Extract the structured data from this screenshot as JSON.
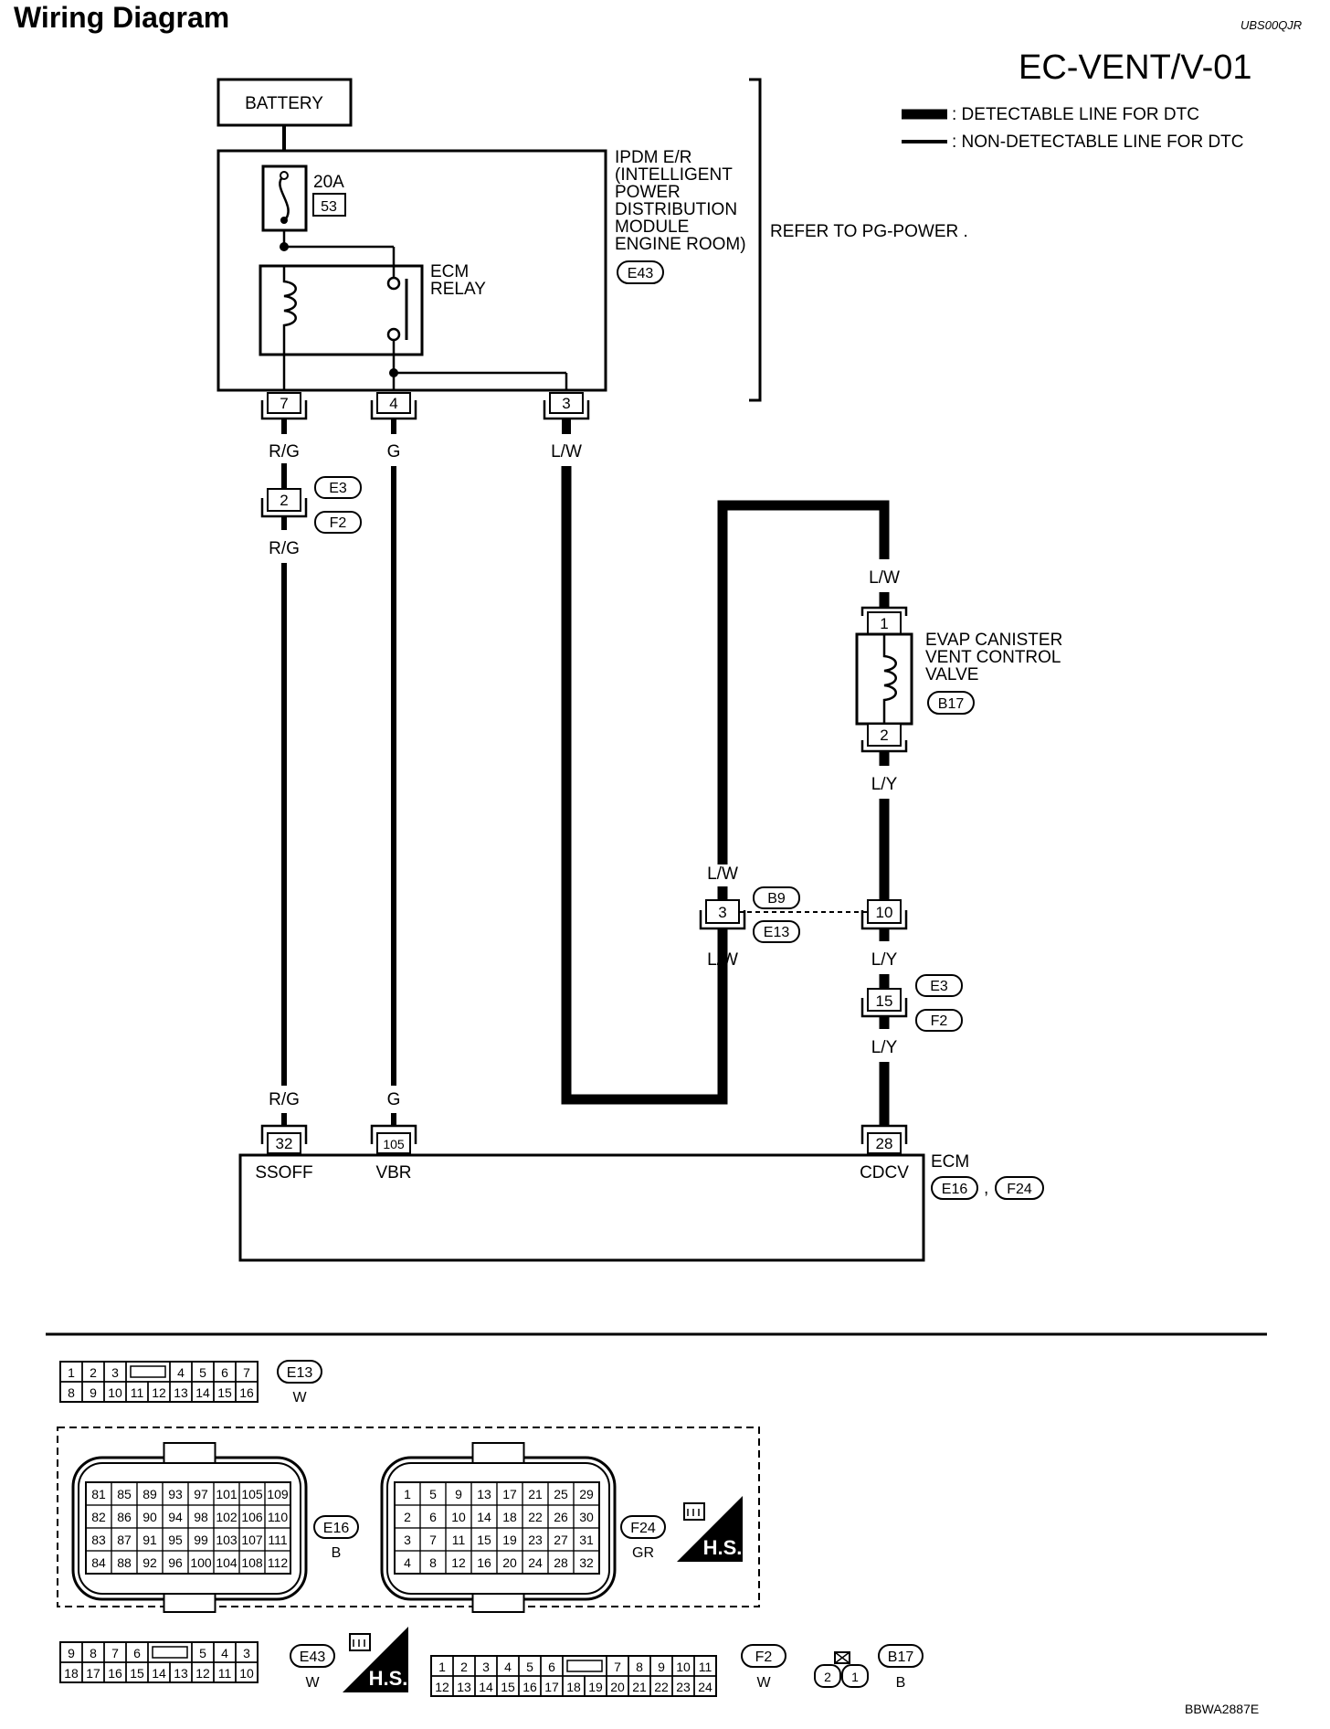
{
  "header": {
    "title": "Wiring Diagram",
    "ref_code": "UBS00QJR",
    "page_code": "EC-VENT/V-01",
    "footer_code": "BBWA2887E"
  },
  "legend": {
    "detectable": ": DETECTABLE LINE FOR DTC",
    "non_detectable": ": NON-DETECTABLE LINE FOR DTC"
  },
  "components": {
    "battery": "BATTERY",
    "fuse_rating": "20A",
    "fuse_number": "53",
    "ecm_relay": [
      "ECM",
      "RELAY"
    ],
    "ipdm": [
      "IPDM E/R",
      "(INTELLIGENT",
      "POWER",
      "DISTRIBUTION",
      "MODULE",
      "ENGINE ROOM)"
    ],
    "ipdm_connector": "E43",
    "refer_to": "REFER TO  PG-POWER .",
    "evap_valve": [
      "EVAP CANISTER",
      "VENT CONTROL",
      "VALVE"
    ],
    "evap_connector": "B17",
    "ecm": "ECM",
    "ecm_connector_1": "E16",
    "ecm_connector_2": "F24",
    "ecm_separator": ","
  },
  "pins": {
    "ipdm_7": "7",
    "ipdm_4": "4",
    "ipdm_3": "3",
    "e3_f2_left": "2",
    "valve_1": "1",
    "valve_2": "2",
    "b9_3": "3",
    "b9_10": "10",
    "e3_f2_right": "15",
    "ecm_32": "32",
    "ecm_105": "105",
    "ecm_28": "28"
  },
  "terminals": {
    "ssoff": "SSOFF",
    "vbr": "VBR",
    "cdcv": "CDCV"
  },
  "wire_colors": {
    "rg": "R/G",
    "g": "G",
    "lw": "L/W",
    "ly": "L/Y"
  },
  "junction_labels": {
    "e3": "E3",
    "f2": "F2",
    "b9": "B9",
    "e13": "E13"
  },
  "connector_faces": {
    "e13": {
      "id": "E13",
      "color": "W",
      "row1": [
        "1",
        "2",
        "3",
        "",
        "4",
        "5",
        "6",
        "7"
      ],
      "row2": [
        "8",
        "9",
        "10",
        "11",
        "12",
        "13",
        "14",
        "15",
        "16"
      ]
    },
    "e16": {
      "id": "E16",
      "color": "B",
      "rows": [
        [
          "81",
          "85",
          "89",
          "93",
          "97",
          "101",
          "105",
          "109"
        ],
        [
          "82",
          "86",
          "90",
          "94",
          "98",
          "102",
          "106",
          "110"
        ],
        [
          "83",
          "87",
          "91",
          "95",
          "99",
          "103",
          "107",
          "111"
        ],
        [
          "84",
          "88",
          "92",
          "96",
          "100",
          "104",
          "108",
          "112"
        ]
      ]
    },
    "f24": {
      "id": "F24",
      "color": "GR",
      "rows": [
        [
          "1",
          "5",
          "9",
          "13",
          "17",
          "21",
          "25",
          "29"
        ],
        [
          "2",
          "6",
          "10",
          "14",
          "18",
          "22",
          "26",
          "30"
        ],
        [
          "3",
          "7",
          "11",
          "15",
          "19",
          "23",
          "27",
          "31"
        ],
        [
          "4",
          "8",
          "12",
          "16",
          "20",
          "24",
          "28",
          "32"
        ]
      ]
    },
    "e43": {
      "id": "E43",
      "color": "W",
      "row1": [
        "9",
        "8",
        "7",
        "6",
        "",
        "5",
        "4",
        "3"
      ],
      "row2": [
        "18",
        "17",
        "16",
        "15",
        "14",
        "13",
        "12",
        "11",
        "10"
      ]
    },
    "f2": {
      "id": "F2",
      "color": "W",
      "row1": [
        "1",
        "2",
        "3",
        "4",
        "5",
        "6",
        "",
        "7",
        "8",
        "9",
        "10",
        "11"
      ],
      "row2": [
        "12",
        "13",
        "14",
        "15",
        "16",
        "17",
        "18",
        "19",
        "20",
        "21",
        "22",
        "23",
        "24"
      ]
    },
    "b17": {
      "id": "B17",
      "color": "B",
      "row1": [
        "2",
        "1"
      ]
    },
    "hs_label": "H.S."
  }
}
